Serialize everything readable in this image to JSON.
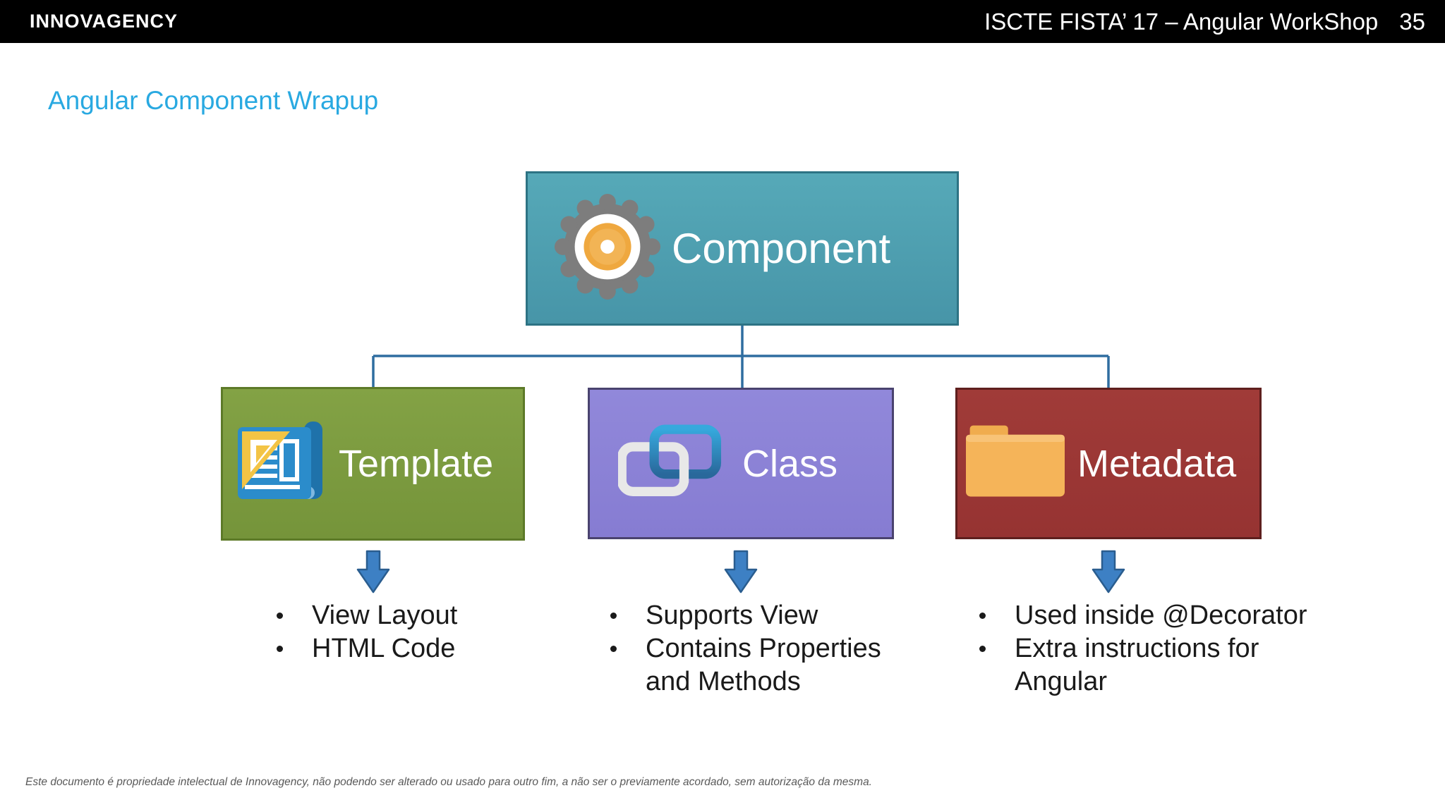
{
  "header": {
    "logo": "INNOVAGENCY",
    "right_text": "ISCTE FISTA’ 17 – Angular WorkShop",
    "page_number": "35"
  },
  "title": "Angular Component Wrapup",
  "diagram": {
    "root": {
      "label": "Component",
      "icon": "gear-icon",
      "fill": "#4FA0B1",
      "border": "#2D7384"
    },
    "children": [
      {
        "label": "Template",
        "icon": "template-page-icon",
        "fill": "#7C9B3C",
        "border": "#5D7A28",
        "bullets": [
          "View Layout",
          "HTML Code"
        ]
      },
      {
        "label": "Class",
        "icon": "chain-link-icon",
        "fill": "#8C82D7",
        "border": "#4A436F",
        "bullets": [
          "Supports View",
          "Contains Properties and Methods"
        ]
      },
      {
        "label": "Metadata",
        "icon": "folder-icon",
        "fill": "#9B3835",
        "border": "#5E1F1E",
        "bullets": [
          "Used inside @Decorator",
          "Extra instructions for Angular"
        ]
      }
    ],
    "connector_color": "#2F6DA0",
    "arrow_color": "#3D80C4"
  },
  "footer": "Este documento é propriedade intelectual de Innovagency, não podendo ser alterado ou usado para outro fim, a não ser o previamente acordado, sem autorização da mesma."
}
